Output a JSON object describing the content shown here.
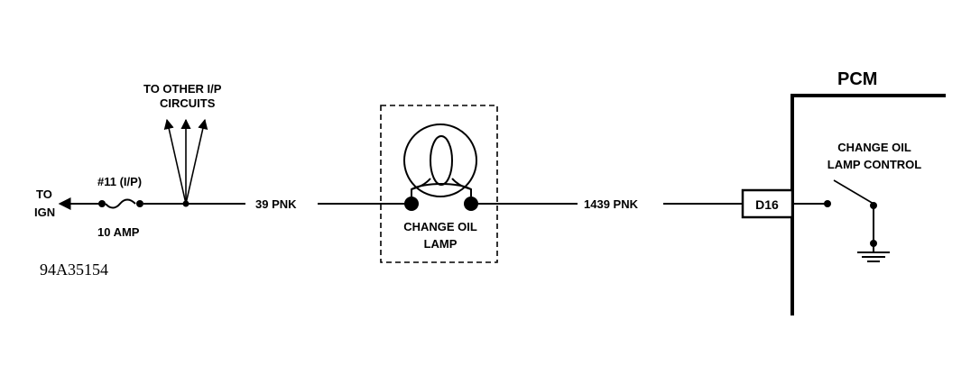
{
  "diagram": {
    "ign_label_line1": "TO",
    "ign_label_line2": "IGN",
    "fuse_label": "#11 (I/P)",
    "fuse_rating": "10 AMP",
    "other_circuits_line1": "TO OTHER I/P",
    "other_circuits_line2": "CIRCUITS",
    "wire_left": "39 PNK",
    "wire_right": "1439 PNK",
    "lamp_label_line1": "CHANGE OIL",
    "lamp_label_line2": "LAMP",
    "module_title": "PCM",
    "connector_pin": "D16",
    "switch_label_line1": "CHANGE OIL",
    "switch_label_line2": "LAMP CONTROL",
    "figure_id": "94A35154"
  }
}
